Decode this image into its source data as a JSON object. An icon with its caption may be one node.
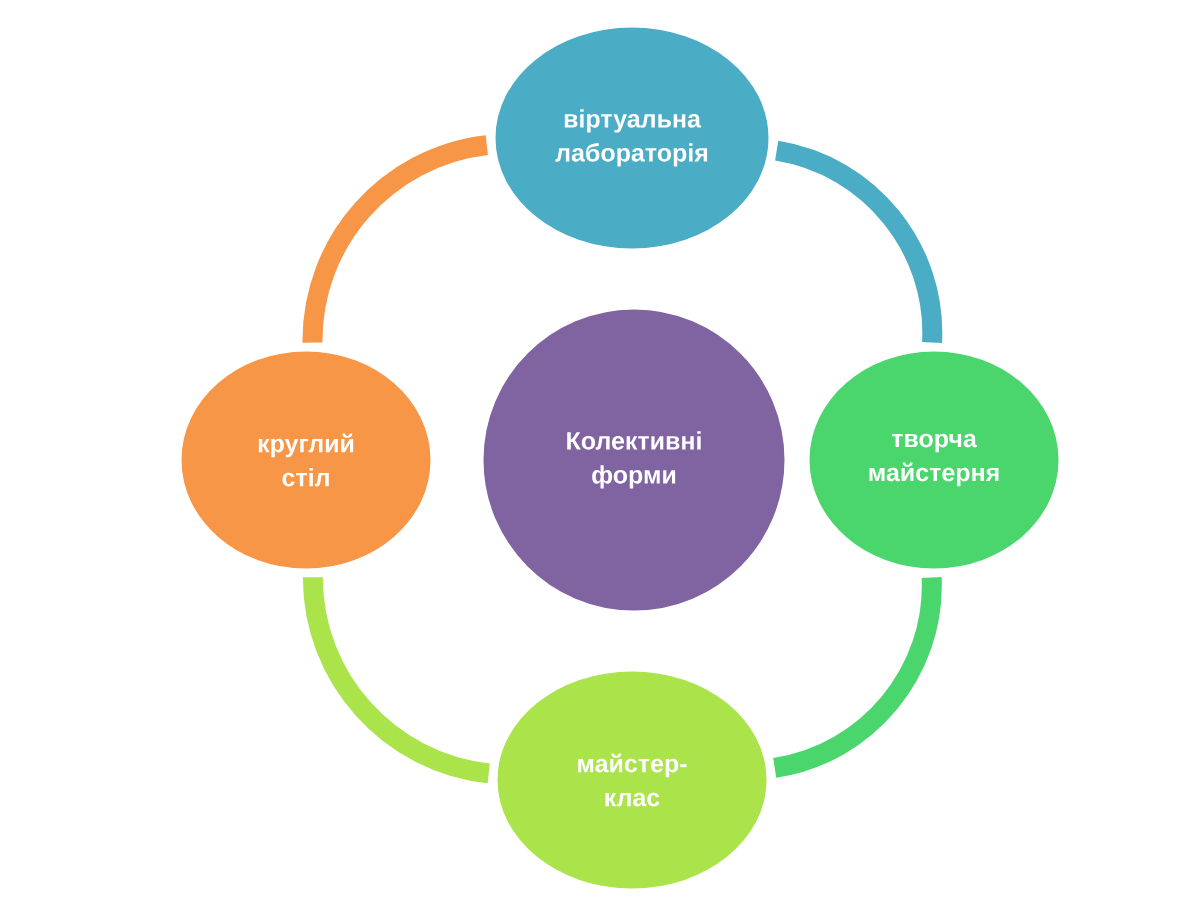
{
  "diagram": {
    "nodes": [
      {
        "text": [
          "Колективні форми"
        ]
      },
      {
        "text": [
          "віртуальна лабораторія"
        ]
      },
      {
        "text": [
          "творча майстерня"
        ]
      },
      {
        "text": [
          "майстер-клас"
        ]
      },
      {
        "text": [
          "круглий стіл"
        ]
      }
    ],
    "edges": [
      {
        "from": 1,
        "to": 2,
        "arrow": "none",
        "color": "#4bacc6"
      },
      {
        "from": 2,
        "to": 3,
        "arrow": "none",
        "color": "#4ad66d"
      },
      {
        "from": 3,
        "to": 4,
        "arrow": "none",
        "color": "#abe34b"
      },
      {
        "from": 4,
        "to": 1,
        "arrow": "none",
        "color": "#f79646"
      }
    ]
  }
}
